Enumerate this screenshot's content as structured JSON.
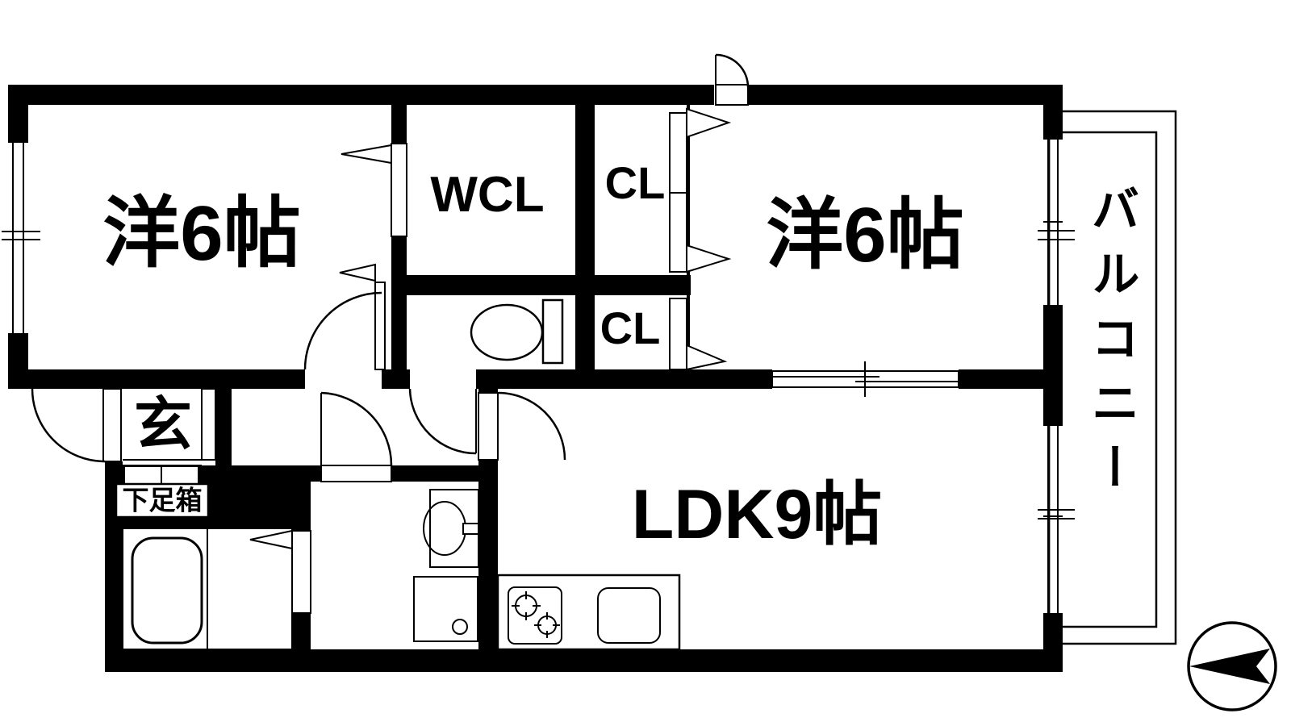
{
  "rooms": {
    "bedroom_left": {
      "label": "洋6帖"
    },
    "bedroom_right": {
      "label": "洋6帖"
    },
    "walk_in_closet": {
      "label": "WCL"
    },
    "closet_top": {
      "label": "CL"
    },
    "closet_bottom": {
      "label": "CL"
    },
    "ldk": {
      "label": "LDK9帖"
    },
    "entrance": {
      "label": "玄"
    },
    "shoe_box": {
      "label": "下足箱"
    },
    "balcony": {
      "label": "バルコニー"
    }
  },
  "icons": {
    "toilet": "toilet-icon",
    "bathtub": "bathtub-icon",
    "washbasin": "washbasin-icon",
    "washing_machine_pan": "washing-machine-pan-icon",
    "stove": "stove-icon",
    "kitchen_sink": "kitchen-sink-icon",
    "compass": "compass-icon"
  },
  "colors": {
    "wall": "#000000",
    "floor": "#ffffff",
    "line": "#000000"
  }
}
